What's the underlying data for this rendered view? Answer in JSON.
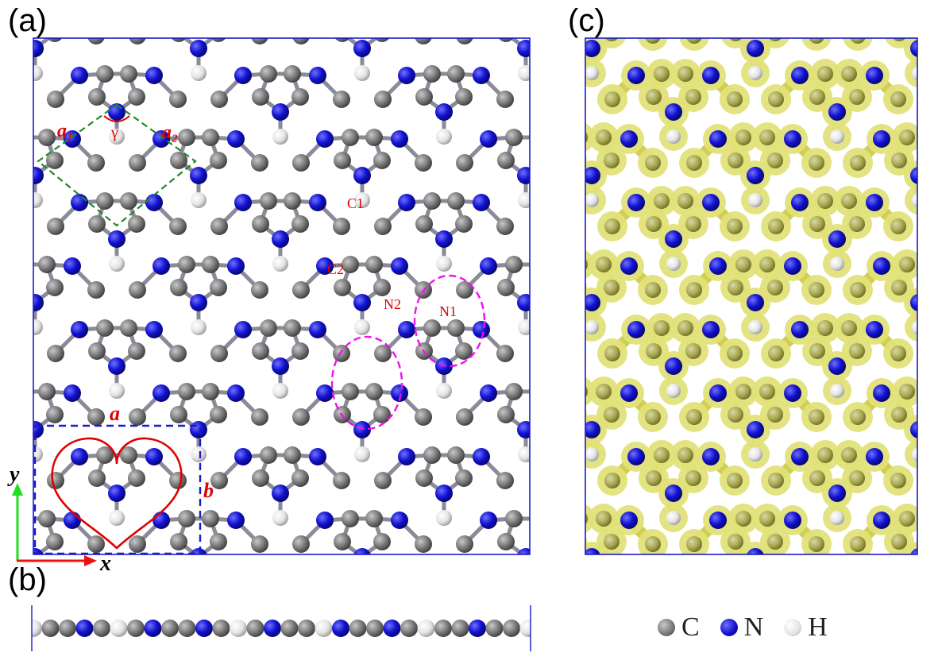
{
  "panels": {
    "a": "(a)",
    "b": "(b)",
    "c": "(c)"
  },
  "labels": {
    "a1": "a₁",
    "a2": "a₂",
    "gamma": "γ",
    "C1": "C1",
    "C2": "C2",
    "N1": "N1",
    "N2": "N2",
    "a": "a",
    "b": "b",
    "x": "x",
    "y": "y"
  },
  "legend": [
    {
      "symbol": "C",
      "color": "#7a7a7a"
    },
    {
      "symbol": "N",
      "color": "#1414d2"
    },
    {
      "symbol": "H",
      "color": "#e6e6e6"
    }
  ],
  "colors": {
    "carbon": "#7a7a7a",
    "nitrogen": "#1414d2",
    "hydrogen": "#ececec",
    "cell_border": "#1a1acc",
    "density": "#e2e27a",
    "label_red": "#e00000",
    "heart": "#e00000",
    "unit_cell_green": "#1f8a2a",
    "highlight_magenta": "#ee11ee",
    "rect_cell_blue": "#1a1acc"
  }
}
